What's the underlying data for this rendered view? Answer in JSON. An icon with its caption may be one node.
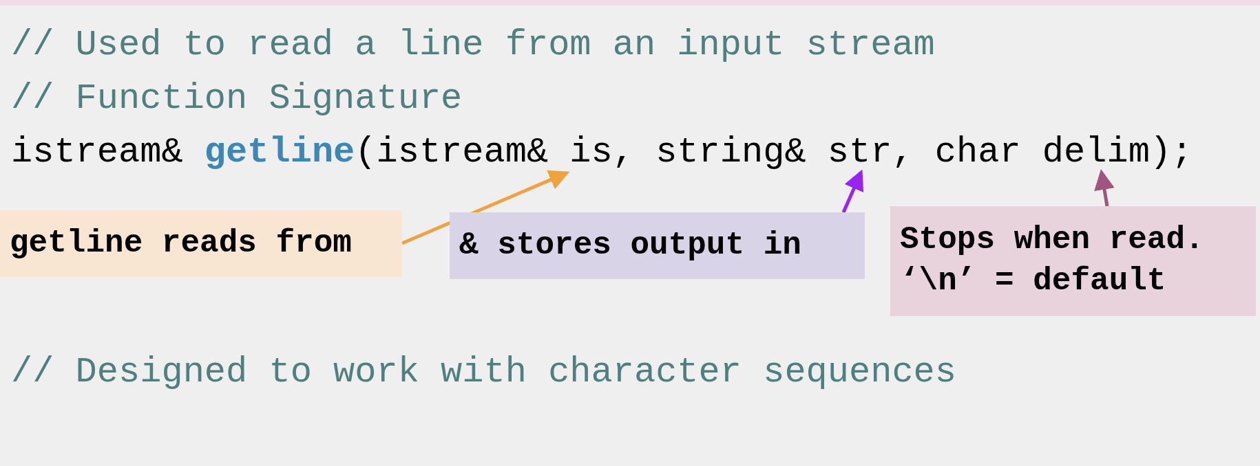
{
  "diagram": {
    "nodes": [
      {
        "text": [
          "getline reads from"
        ]
      },
      {
        "text": [
          "& stores output in"
        ]
      },
      {
        "text": [
          "Stops when read. ‘\\n’ = default"
        ]
      },
      {
        "text": [
          "istream& **getline**(istream& is, string& str, char delim);"
        ]
      }
    ],
    "edges": [
      {
        "from": 0,
        "to": 3,
        "arrow": "to",
        "color": "#f0a23c"
      },
      {
        "from": 1,
        "to": 3,
        "arrow": "to",
        "color": "#9b22f5"
      },
      {
        "from": 2,
        "to": 3,
        "arrow": "to",
        "color": "#a0557c"
      }
    ],
    "labels": [
      "// Used to read a line from an input stream",
      "// Function Signature",
      "// Designed to work with character sequences"
    ]
  }
}
